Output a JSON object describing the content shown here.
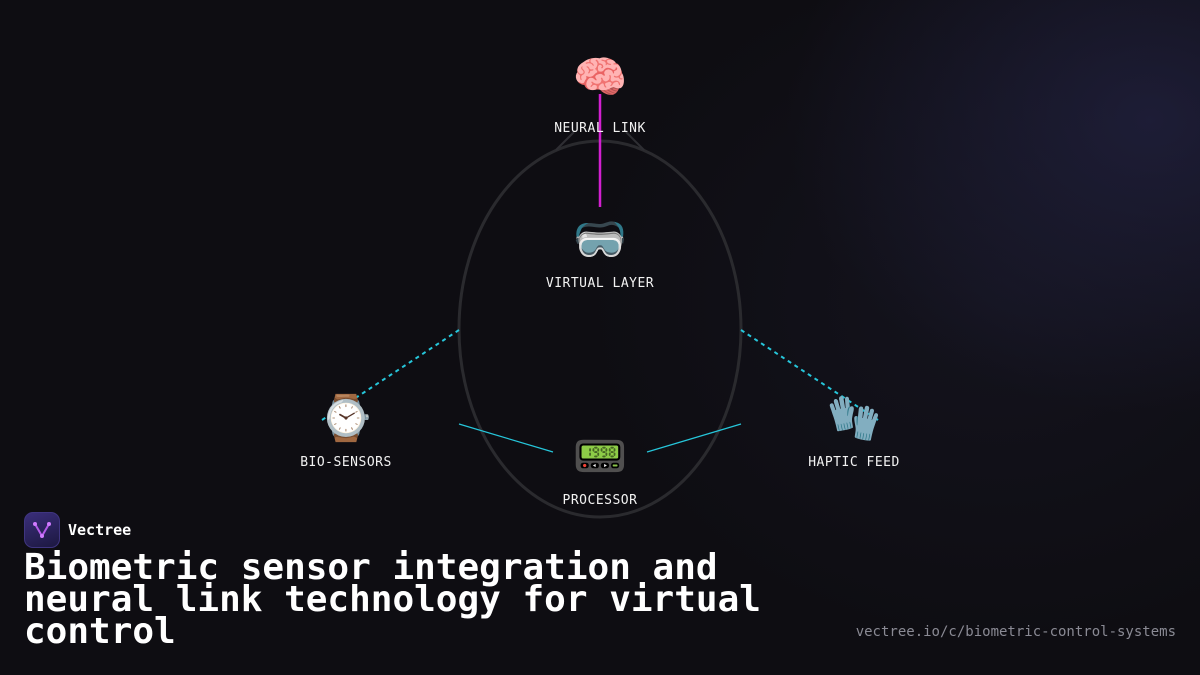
{
  "brand": {
    "name": "Vectree",
    "logo_icon": "v-network-logo-icon"
  },
  "headline": "Biometric sensor integration and neural link technology for virtual control",
  "url": "vectree.io/c/biometric-control-systems",
  "colors": {
    "background": "#0e0d12",
    "neural_connector": "#d21fd0",
    "sensor_connector": "#26c6da",
    "ring": "#2a2a2e"
  },
  "nodes": {
    "neural_link": {
      "label": "NEURAL LINK",
      "icon": "🧠",
      "icon_name": "brain-icon"
    },
    "virtual_layer": {
      "label": "VIRTUAL LAYER",
      "icon": "🥽",
      "icon_name": "goggles-icon"
    },
    "bio_sensors": {
      "label": "BIO-SENSORS",
      "icon": "⌚",
      "icon_name": "watch-icon"
    },
    "processor": {
      "label": "PROCESSOR",
      "icon": "📟",
      "icon_name": "pager-icon"
    },
    "haptic_feed": {
      "label": "HAPTIC FEED",
      "icon": "🧤",
      "icon_name": "gloves-icon"
    }
  }
}
